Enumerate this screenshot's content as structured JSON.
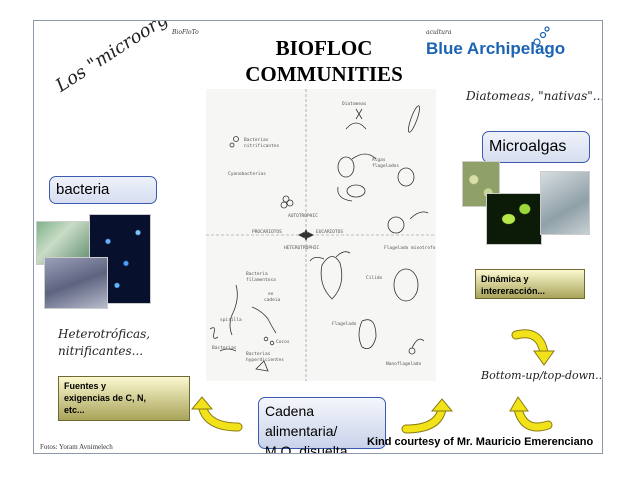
{
  "title_line1": "BIOFLOC",
  "title_line2": "COMMUNITIES",
  "logo_text": "Blue Archipelago",
  "tiny_left": "BioFloTo",
  "tiny_right": "acultura",
  "slanted_heading": "Los \"microorganismos\"...",
  "diatom_note": "Diatomeas, \"nativas\"... etc",
  "bacteria_label": "bacteria",
  "microalgas_label": "Microalgas",
  "hetero_line1": "Heterotróficas,",
  "hetero_line2": "nitrificantes...",
  "fuentes_line1": "Fuentes y",
  "fuentes_line2": "exigencias de C, N,",
  "fuentes_line3": "etc...",
  "dinamica_line1": "Dinámica y",
  "dinamica_line2": "intereracción...",
  "bottom_up": "Bottom-up/top-down...",
  "cadena_line1": "Cadena alimentaria/",
  "cadena_line2": "M.O. disuelta",
  "credit": "Kind courtesy of Mr. Mauricio Emerenciano",
  "fotos": "Fotos: Yoram Avnimelech",
  "diagram_labels": {
    "diatomeas": "Diatomeas",
    "bacterias_nitrificantes_1": "Bacterias",
    "bacterias_nitrificantes_2": "nitrificantes",
    "cyanobacterias": "Cyanobacterias",
    "algas_1": "Algas",
    "algas_2": "flagelados",
    "autotrophic": "AUTOTROPHIC",
    "procariotos": "PROCARIOTOS",
    "eucariotos": "EUCARIOTOS",
    "heterotrophic": "HETEROTROPHIC",
    "flagelado_mixotrofo": "Flagelado mixotrofo",
    "bacteria_fil_1": "Bacteria",
    "bacteria_fil_2": "filamentosa",
    "en": "en",
    "cadeia": "cadeia",
    "ciliado": "Cilido",
    "spirilla": "spirilla",
    "flagelado": "Flagelado",
    "cocos": "Cocos",
    "bacterias_bast": "Bacterias",
    "bacterias_hyp_1": "Bacterias",
    "bacterias_hyp_2": "hyperdicientes",
    "nanoflagelado": "Nanoflagelado"
  },
  "colors": {
    "box_border": "#3b5bb0",
    "olive_dark": "#6e6a32",
    "arrow_yellow": "#f2e21a",
    "logo_blue": "#1c63b2"
  }
}
